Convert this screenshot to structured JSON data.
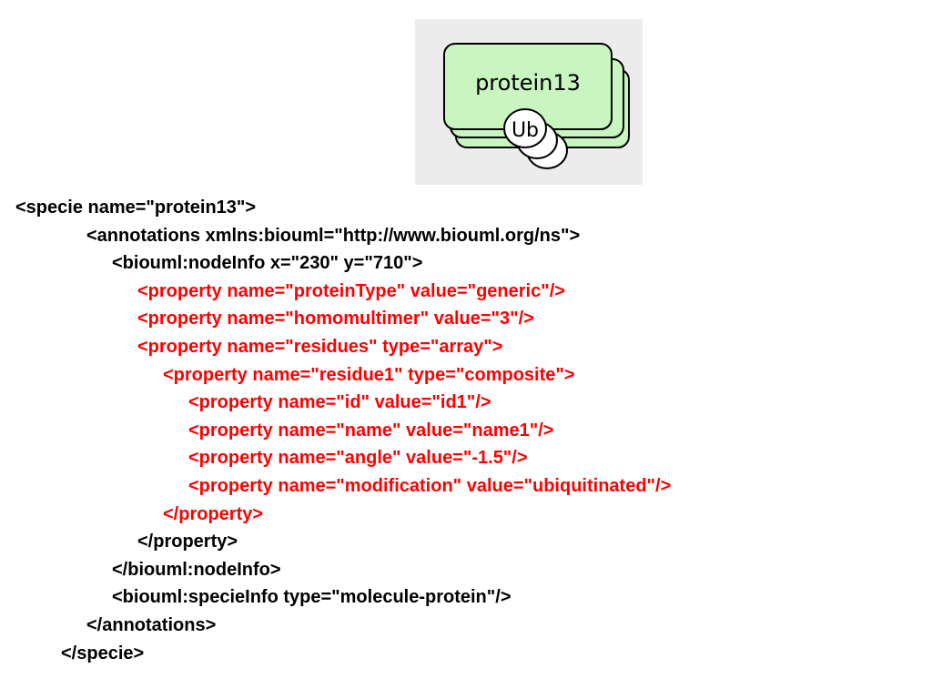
{
  "figure": {
    "node_label": "protein13",
    "modification_label": "Ub",
    "colors": {
      "background": "#ececec",
      "node_fill": "#c8f5c0",
      "node_stroke": "#000000"
    }
  },
  "colors": {
    "default_text": "#000000",
    "highlight_text": "#ff0000"
  },
  "code_lines": [
    {
      "text": "<specie name=\"protein13\">",
      "indent": 0,
      "highlight": false
    },
    {
      "text": "<annotations xmlns:biouml=\"http://www.biouml.org/ns\">",
      "indent": 1,
      "highlight": false
    },
    {
      "text": "<biouml:nodeInfo x=\"230\" y=\"710\">",
      "indent": 2,
      "highlight": false
    },
    {
      "text": "<property name=\"proteinType\" value=\"generic\"/>",
      "indent": 3,
      "highlight": true
    },
    {
      "text": "<property name=\"homomultimer\" value=\"3\"/>",
      "indent": 3,
      "highlight": true
    },
    {
      "text": "<property name=\"residues\" type=\"array\">",
      "indent": 3,
      "highlight": true
    },
    {
      "text": "<property name=\"residue1\" type=\"composite\">",
      "indent": 4,
      "highlight": true
    },
    {
      "text": "<property name=\"id\" value=\"id1\"/>",
      "indent": 5,
      "highlight": true
    },
    {
      "text": "<property name=\"name\" value=\"name1\"/>",
      "indent": 5,
      "highlight": true
    },
    {
      "text": "<property name=\"angle\" value=\"-1.5\"/>",
      "indent": 5,
      "highlight": true
    },
    {
      "text": "<property name=\"modification\" value=\"ubiquitinated\"/>",
      "indent": 5,
      "highlight": true
    },
    {
      "text": "</property>",
      "indent": 4,
      "highlight": true
    },
    {
      "text": "</property>",
      "indent": 3,
      "highlight": false
    },
    {
      "text": "</biouml:nodeInfo>",
      "indent": 2,
      "highlight": false
    },
    {
      "text": "<biouml:specieInfo type=\"molecule-protein\"/>",
      "indent": 2,
      "highlight": false
    },
    {
      "text": "</annotations>",
      "indent": 1,
      "highlight": false
    },
    {
      "text": "</specie>",
      "indent": 0.5,
      "highlight": false
    }
  ]
}
